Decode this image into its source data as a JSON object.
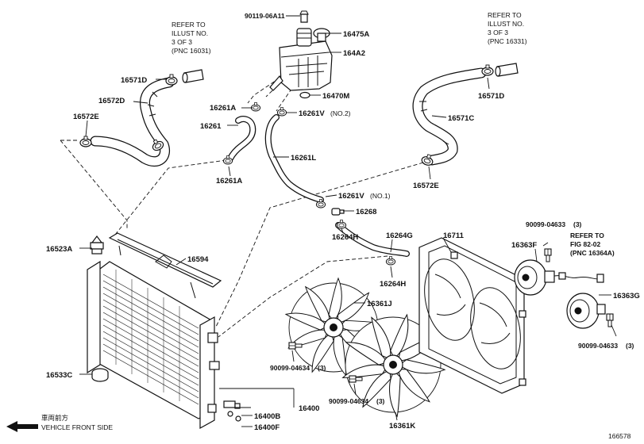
{
  "labels": {
    "bolt_top": "90119-06A11",
    "cap": "16475A",
    "reservoir": "164A2",
    "refer_left": [
      "REFER TO",
      "ILLUST NO.",
      "3 OF 3",
      "(PNC 16031)"
    ],
    "refer_right": [
      "REFER TO",
      "ILLUST NO.",
      "3 OF 3",
      "(PNC 16331)"
    ],
    "refer_fig": [
      "REFER TO",
      "FIG 82-02",
      "(PNC 16364A)"
    ],
    "clamp_upper_left": "16571D",
    "hose_upper_left": "16572D",
    "clamp_lower_left": "16572E",
    "hose_right": "16571C",
    "clamp_upper_right": "16571D",
    "clamp_lower_right": "16572E",
    "grommet": "16470M",
    "clip_a1": "16261A",
    "hose_16261": "16261",
    "clamp_v2": "16261V",
    "clamp_v2_note": "(NO.2)",
    "hose_16261l": "16261L",
    "clip_a2": "16261A",
    "clamp_v1": "16261V",
    "clamp_v1_note": "(NO.1)",
    "plug": "16268",
    "hose_16264h_top": "16264H",
    "hose_16264g": "16264G",
    "hose_16264h_bot": "16264H",
    "shroud": "16711",
    "rad_cap": "16523A",
    "support": "16594",
    "fan_j": "16361J",
    "screw_j": "90099-04634",
    "screw_j_qty": "(3)",
    "fan_k": "16361K",
    "screw_k": "90099-04634",
    "screw_k_qty": "(3)",
    "cushion": "16533C",
    "radiator": "16400",
    "drain_b": "16400B",
    "drain_f": "16400F",
    "motor_screw_top": "90099-04633",
    "motor_screw_top_qty": "(3)",
    "motor_f": "16363F",
    "motor_g": "16363G",
    "motor_screw_bot": "90099-04633",
    "motor_screw_bot_qty": "(3)",
    "front_jp": "車両前方",
    "front_en": "VEHICLE FRONT SIDE",
    "illus_no": "166578"
  }
}
